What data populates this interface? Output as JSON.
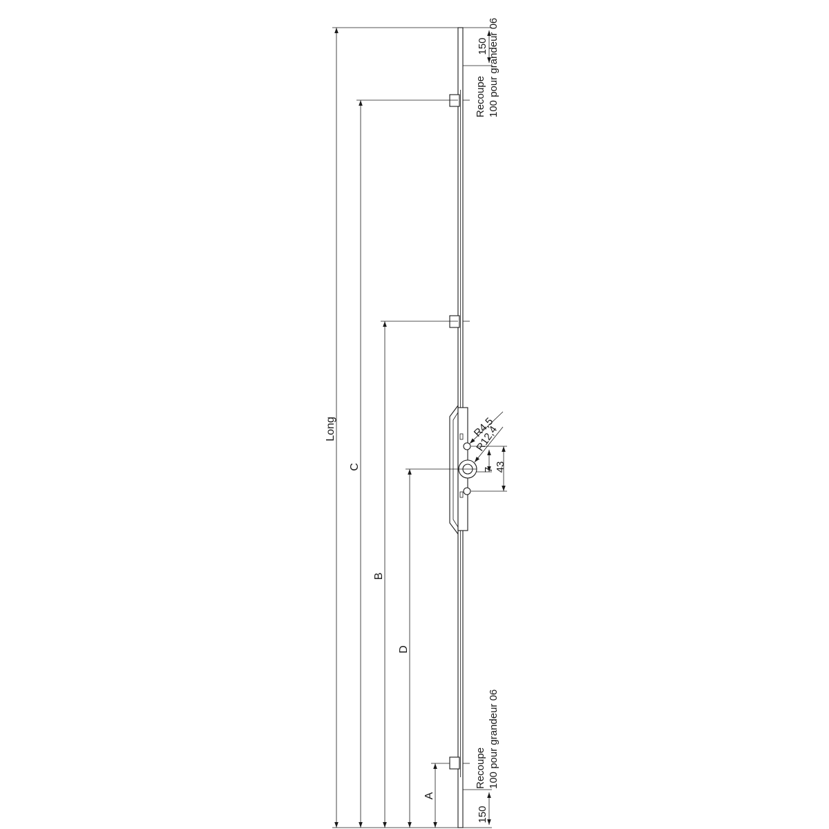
{
  "dimensions": {
    "long": "Long",
    "c": "C",
    "b": "B",
    "d": "D",
    "a": "A"
  },
  "top_note": {
    "value": "150",
    "recoupe": "Recoupe",
    "grandeur": "100 pour grandeur 06"
  },
  "bottom_note": {
    "value": "150",
    "recoupe": "Recoupe",
    "grandeur": "100 pour grandeur 06"
  },
  "hub": {
    "r_small": "R4,5",
    "r_large": "R12,4",
    "dim_7": "7",
    "dim_43": "43"
  }
}
